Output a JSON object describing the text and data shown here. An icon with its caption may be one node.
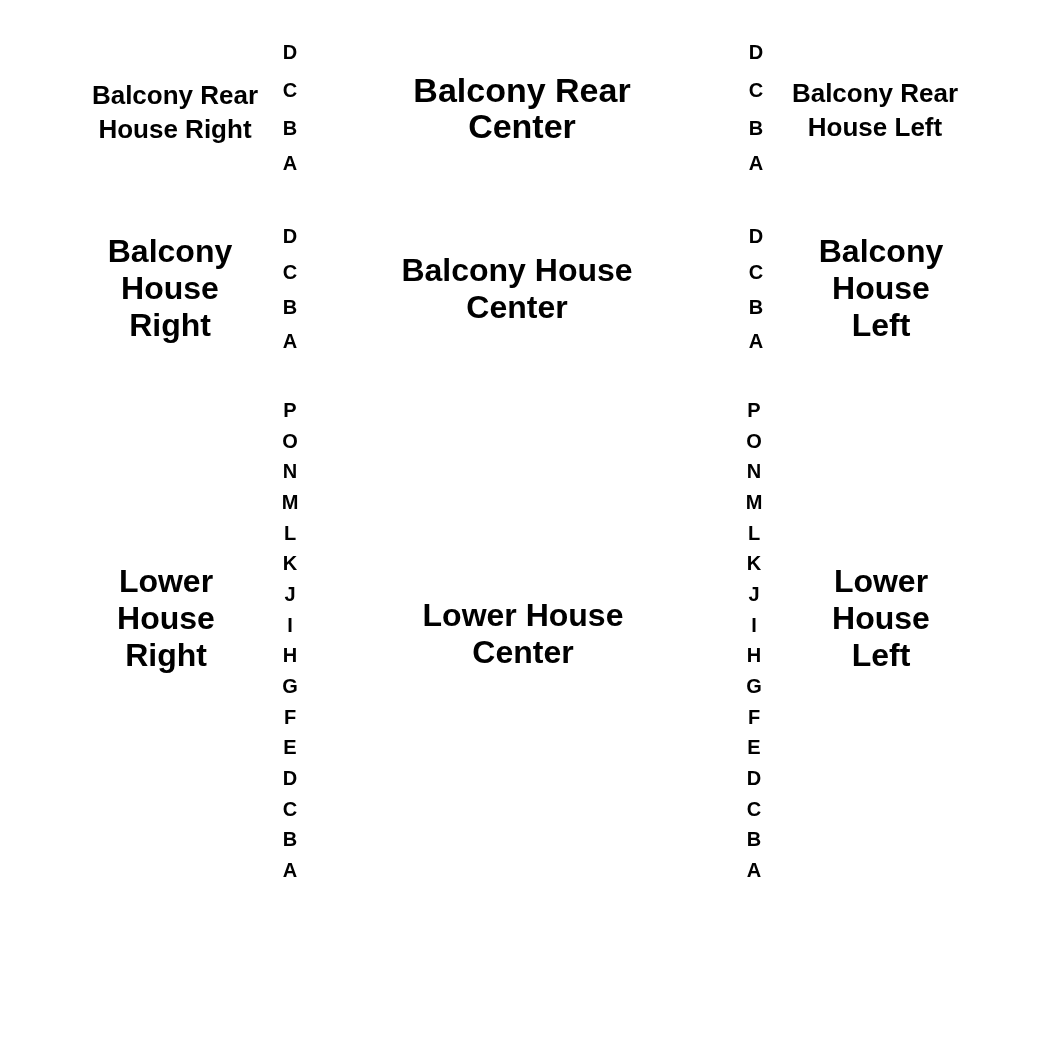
{
  "diagram": {
    "labels": [
      "Balcony Rear House Right",
      "D",
      "C",
      "B",
      "A",
      "Balcony Rear Center",
      "D",
      "C",
      "B",
      "A",
      "Balcony Rear House Left",
      "Balcony House Right",
      "D",
      "C",
      "B",
      "A",
      "Balcony House Center",
      "D",
      "C",
      "B",
      "A",
      "Balcony House Left",
      "Lower House Right",
      "P",
      "O",
      "N",
      "M",
      "L",
      "K",
      "J",
      "I",
      "H",
      "G",
      "F",
      "E",
      "D",
      "C",
      "B",
      "A",
      "Lower House Center",
      "P",
      "O",
      "N",
      "M",
      "L",
      "K",
      "J",
      "I",
      "H",
      "G",
      "F",
      "E",
      "D",
      "C",
      "B",
      "A",
      "Lower House Left"
    ]
  }
}
